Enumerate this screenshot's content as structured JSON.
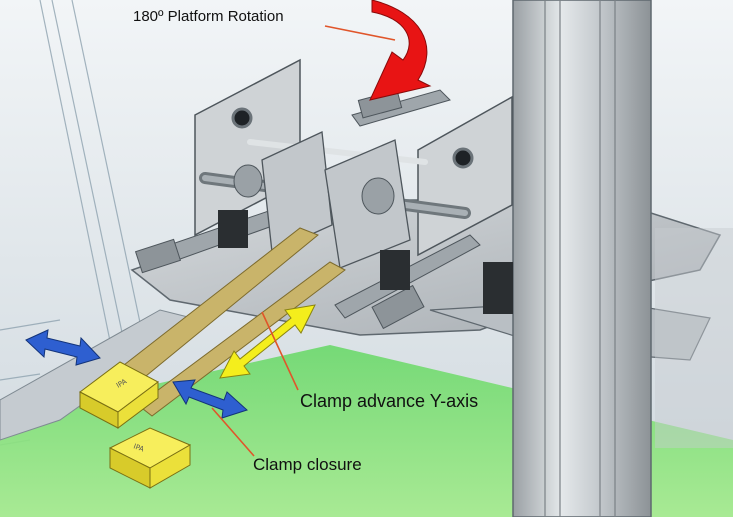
{
  "annotations": {
    "platform_rotation": "180º Platform Rotation",
    "clamp_advance": "Clamp advance Y-axis",
    "clamp_closure": "Clamp closure"
  },
  "colors": {
    "rotation_arrow": "#e81414",
    "advance_arrow": "#f4ee1c",
    "closure_arrow": "#2e5fd0",
    "leader_line": "#e0552a",
    "part_yellow": "#f0e63a",
    "rail_tan": "#c9b46a",
    "floor_green": "#7fe07f",
    "frame_grey": "#b8bdc1"
  },
  "icons": {
    "rotation": "curved-arrow-icon",
    "advance": "double-headed-arrow-icon",
    "closure": "double-headed-arrow-icon",
    "sideways": "double-headed-arrow-icon"
  }
}
